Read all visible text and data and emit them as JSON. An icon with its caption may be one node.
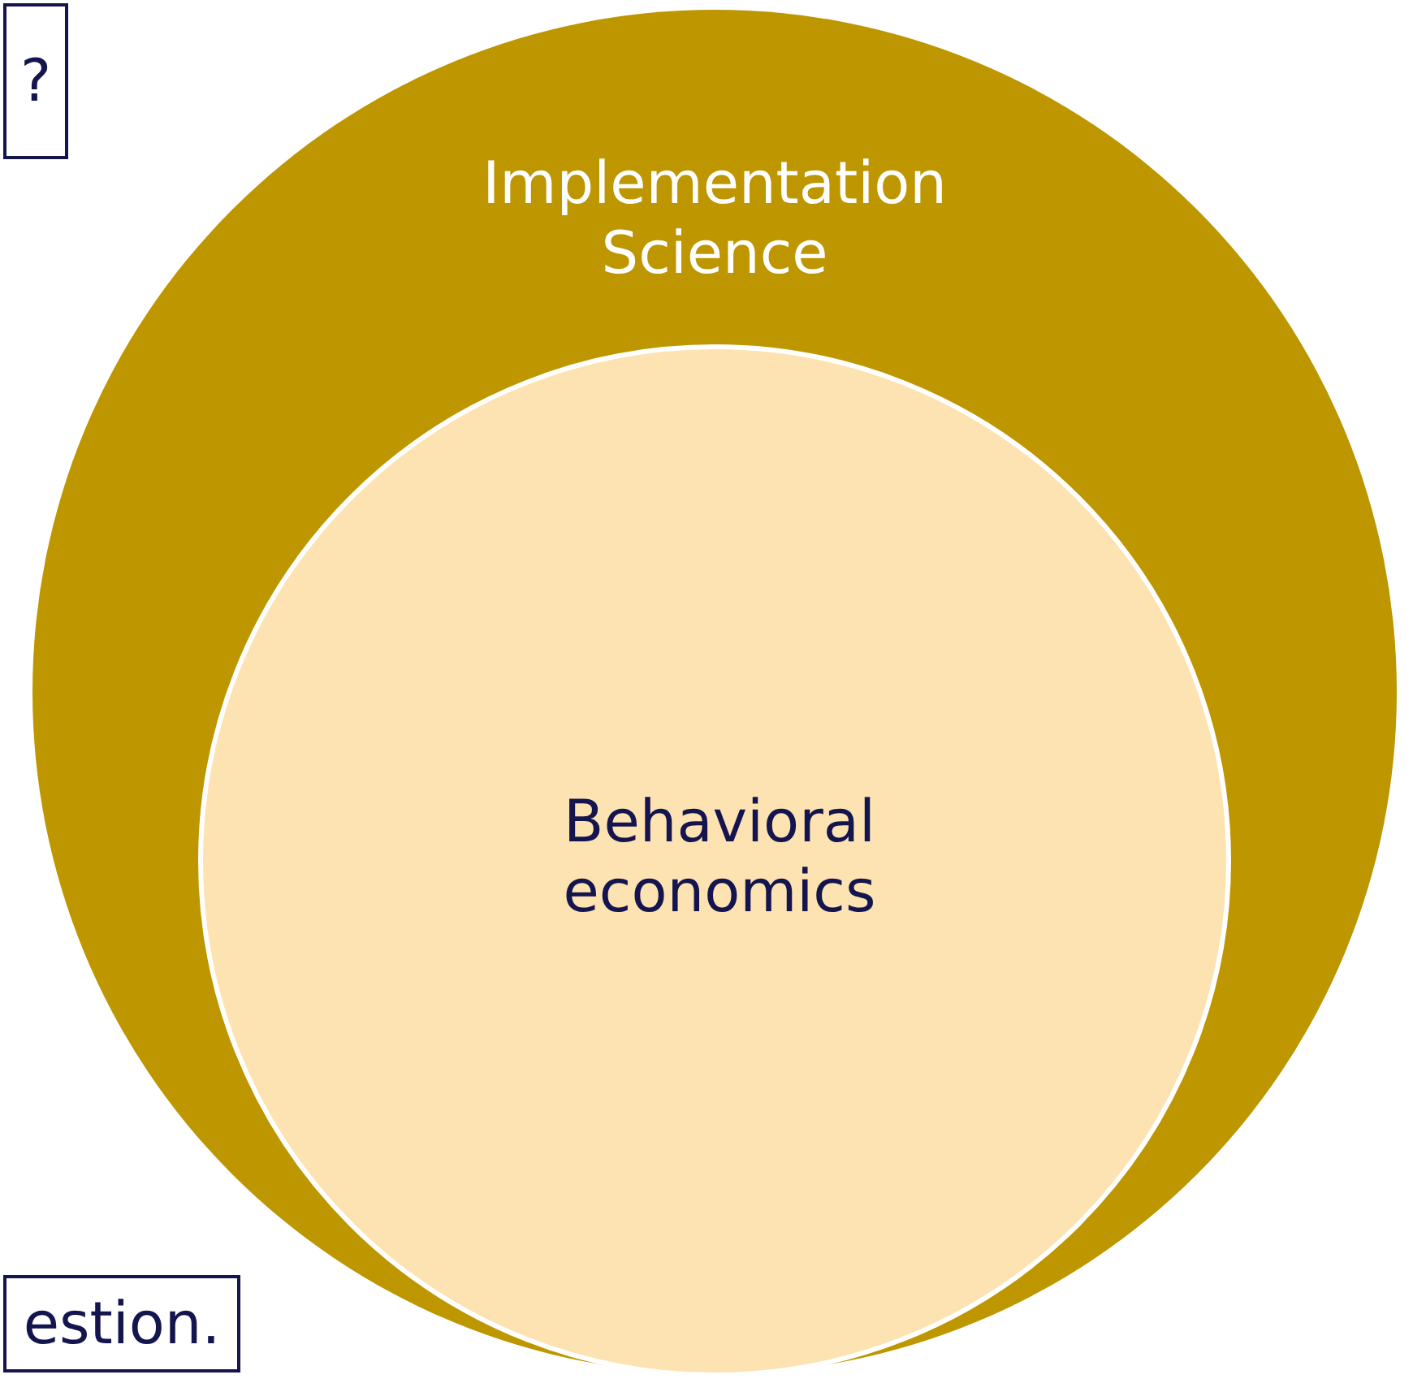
{
  "diagram": {
    "nodes": [
      {
        "text": [
          "Implementation Science"
        ]
      },
      {
        "text": [
          "Behavioral economics"
        ],
        "in": 0
      },
      {
        "text": [
          "?"
        ]
      },
      {
        "text": [
          "estion."
        ]
      }
    ]
  }
}
